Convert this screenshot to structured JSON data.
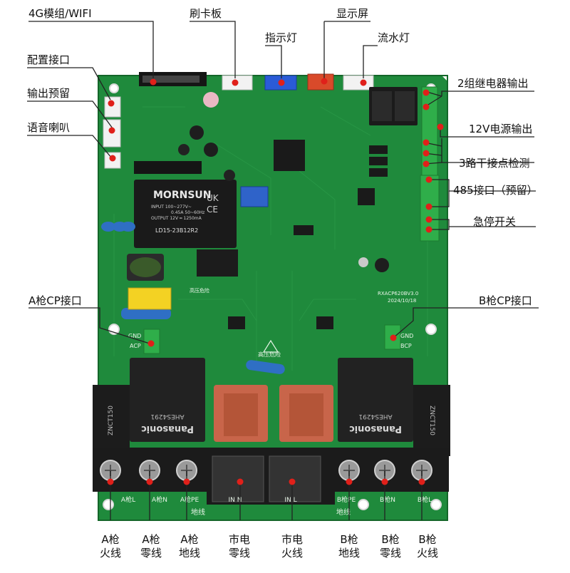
{
  "callouts": {
    "module_4g_wifi": "4G模组/WIFI",
    "card_board": "刷卡板",
    "display": "显示屏",
    "indicator": "指示灯",
    "flow_light": "流水灯",
    "config_port": "配置接口",
    "output_reserved": "输出预留",
    "speaker": "语音喇叭",
    "relay_output": "2组继电器输出",
    "power_12v": "12V电源输出",
    "dry_contact": "3路干接点检测",
    "rs485": "485接口（预留）",
    "estop": "急停开关",
    "cp_a": "A枪CP接口",
    "cp_b": "B枪CP接口"
  },
  "bottom_labels": [
    {
      "line1": "A枪",
      "line2": "火线"
    },
    {
      "line1": "A枪",
      "line2": "零线"
    },
    {
      "line1": "A枪",
      "line2": "地线"
    },
    {
      "line1": "市电",
      "line2": "零线"
    },
    {
      "line1": "市电",
      "line2": "火线"
    },
    {
      "line1": "B枪",
      "line2": "地线"
    },
    {
      "line1": "B枪",
      "line2": "零线"
    },
    {
      "line1": "B枪",
      "line2": "火线"
    }
  ],
  "board": {
    "psu_brand": "MORNSUN",
    "psu_model": "LD15-23B12R2",
    "psu_input": "INPUT 100~277V~",
    "psu_input2": "0.45A 50~60Hz",
    "psu_output": "OUTPUT 12V ═ 1250mA",
    "relay_brand": "Panasonic",
    "relay_model": "AHES4291",
    "side_relay_text": "ZNCT150",
    "version": "RXACP620BV3.0",
    "date": "2024/10/18",
    "warning_text": "高压危险",
    "gnd": "GND",
    "acp": "ACP",
    "bcp": "BCP",
    "terminal_silk": [
      "A枪L",
      "A枪N",
      "A枪PE",
      "IN N",
      "IN L",
      "B枪PE",
      "B枪N",
      "B枪L"
    ],
    "silk_ground_a": "地线",
    "silk_ground_b": "地线"
  },
  "colors": {
    "pcb": "#1f8a3c",
    "pcb_dark": "#16702f",
    "callout_line": "#222222",
    "red_dot": "#e0201a",
    "terminal_black": "#1b1b1b",
    "relay_black": "#222222",
    "orange_relay": "#c8654a",
    "blue_cap": "#2f6fc4"
  }
}
